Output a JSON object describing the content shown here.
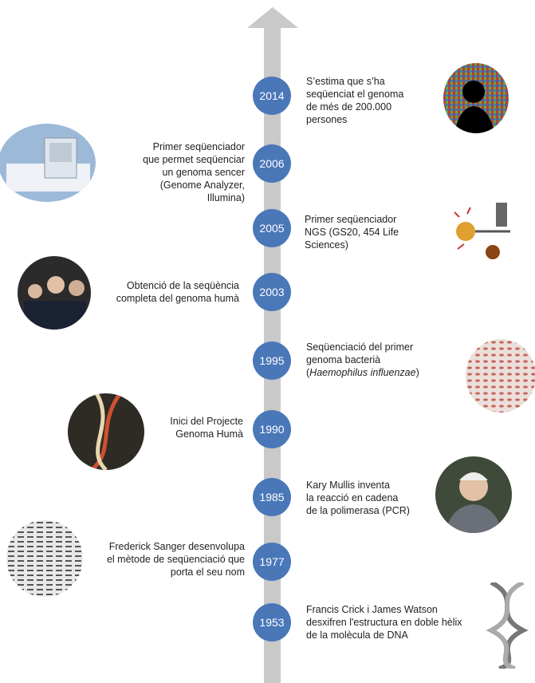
{
  "events": [
    {
      "year": "2014",
      "text": "S’estima que s’ha\nseqüenciat el genoma\nde més de 200.000\npersones"
    },
    {
      "year": "2006",
      "text": "Primer seqüenciador\nque permet seqüenciar\nun genoma sencer\n(Genome Analyzer,\nIllumina)"
    },
    {
      "year": "2005",
      "text": "Primer seqüenciador\nNGS (GS20, 454 Life\nSciences)"
    },
    {
      "year": "2003",
      "text": "Obtenció de la seqüència\ncompleta del genoma humà"
    },
    {
      "year": "1995",
      "text_a": "Seqüenciació del primer\ngenoma bacterià\n(",
      "text_b": "Haemophilus influenzae",
      "text_c": ")"
    },
    {
      "year": "1990",
      "text": "Inici del Projecte\nGenoma Humà"
    },
    {
      "year": "1985",
      "text": "Kary Mullis inventa\nla reacció en cadena\nde la polimerasa (PCR)"
    },
    {
      "year": "1977",
      "text": "Frederick Sanger desenvolupa\nel mètode de seqüenciació que\nporta el seu nom"
    },
    {
      "year": "1953",
      "text": "Francis Crick i James Watson\ndesxifren l'estructura en doble hèlix\nde la molècula de DNA"
    }
  ],
  "colors": {
    "axis": "#c9c9c9",
    "year_circle": "#4a77b8",
    "year_text": "#ffffff"
  }
}
